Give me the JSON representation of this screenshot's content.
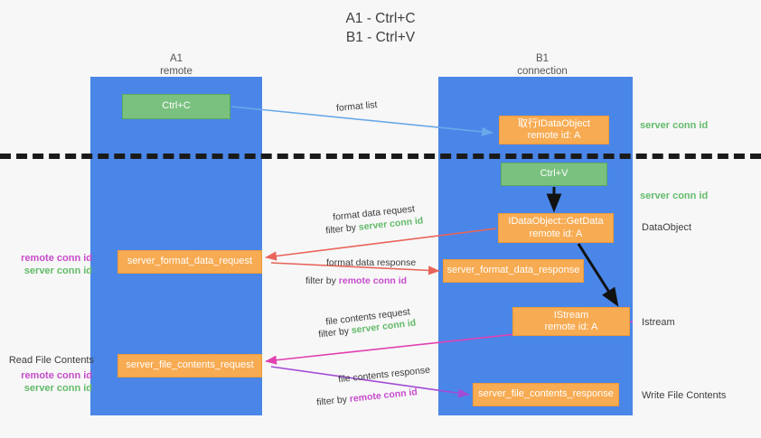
{
  "title": {
    "line1": "A1 - Ctrl+C",
    "line2": "B1 - Ctrl+V"
  },
  "lanes": [
    {
      "name": "A1",
      "sub": "remote",
      "color": "#4a86e8"
    },
    {
      "name": "B1",
      "sub": "connection",
      "color": "#4a86e8"
    }
  ],
  "colors": {
    "lane": "#4a86e8",
    "green_box": "#7ac17f",
    "orange_box": "#f7ab52",
    "server_conn_text": "#63bb6a",
    "remote_conn_text": "#c64ccc",
    "background": "#f7f7f7",
    "divider": "#1a1a1a",
    "arrow_blue": "#6aa9e9",
    "arrow_red": "#e8645a",
    "arrow_black": "#111111",
    "arrow_magenta": "#e040b0",
    "arrow_purple": "#a24bd4"
  },
  "boxes": {
    "ctrl_c": {
      "line1": "Ctrl+C"
    },
    "idataobject": {
      "line1": "取行IDataObject",
      "line2": "remote id: A"
    },
    "ctrl_v": {
      "line1": "Ctrl+V"
    },
    "getdata": {
      "line1": "IDataObject::GetData",
      "line2": "remote id: A"
    },
    "format_data_request": {
      "line1": "server_format_data_request"
    },
    "format_data_response": {
      "line1": "server_format_data_response"
    },
    "istream": {
      "line1": "IStream",
      "line2": "remote id: A"
    },
    "file_contents_request": {
      "line1": "server_file_contents_request"
    },
    "file_contents_response": {
      "line1": "server_file_contents_response"
    }
  },
  "captions": {
    "format_list": "format list",
    "format_data_request": "format data request",
    "format_data_request_filter_prefix": "filter by ",
    "format_data_request_filter_value": "server conn id",
    "format_data_response": "format data response",
    "format_data_response_filter_prefix": "filter by ",
    "format_data_response_filter_value": "remote conn id",
    "file_contents_request": "file contents request",
    "file_contents_request_filter_prefix": "filter by ",
    "file_contents_request_filter_value": "server conn id",
    "file_contents_response": "file contents response",
    "file_contents_response_filter_prefix": "filter by ",
    "file_contents_response_filter_value": "remote conn id"
  },
  "side_labels": {
    "server_conn_top": "server conn id",
    "server_conn_mid": "server conn id",
    "dataobject": "DataObject",
    "istream": "Istream",
    "write_file_contents": "Write File Contents",
    "read_file_contents": "Read File Contents",
    "left_remote_conn": "remote conn id",
    "left_server_conn": "server conn id",
    "left_remote_conn2": "remote conn id",
    "left_server_conn2": "server conn id"
  }
}
